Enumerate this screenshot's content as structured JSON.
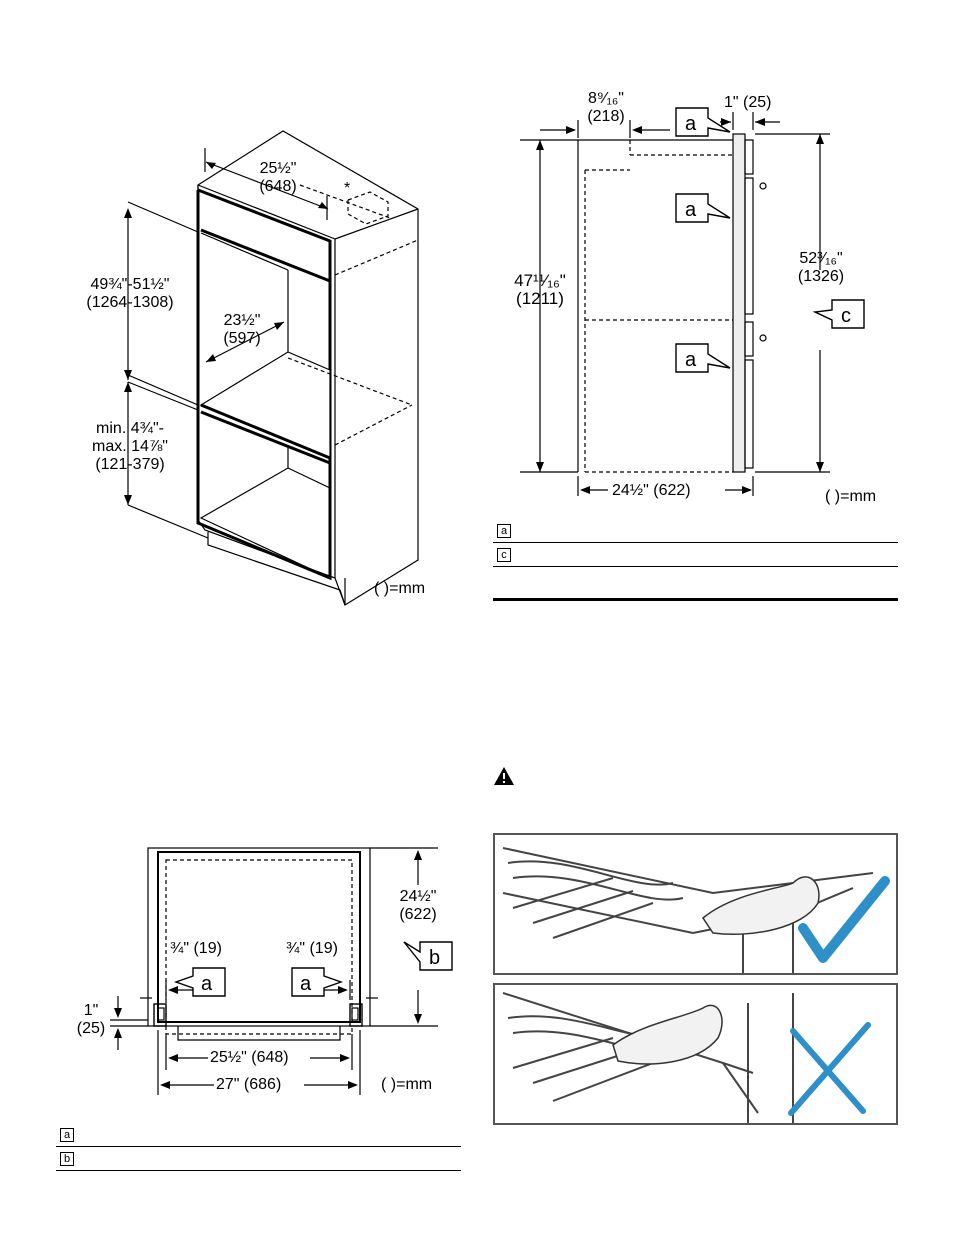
{
  "figure_cabinet": {
    "dims": {
      "depth": [
        "25½\"",
        "(648)"
      ],
      "height": [
        "49¾\"-51½\"",
        "(1264-1308)"
      ],
      "width": [
        "23½\"",
        "(597)"
      ],
      "floor": [
        "min. 4¾\"-",
        "max. 14⅞\"",
        "(121-379)"
      ]
    },
    "asterisk": "*",
    "unit_note": "( )=mm"
  },
  "figure_side": {
    "dims": {
      "depth_top": [
        "8⁹⁄₁₆\"",
        "(218)"
      ],
      "door": [
        "1\" (25)"
      ],
      "height_left": [
        "47¹¹⁄₁₆\"",
        "(1211)"
      ],
      "height_right": [
        "52³⁄₁₆\"",
        "(1326)"
      ],
      "bottom": [
        "24½\" (622)"
      ]
    },
    "callouts": [
      "a",
      "a",
      "a",
      "c"
    ],
    "unit_note": "( )=mm",
    "legend": [
      "a",
      "c"
    ]
  },
  "figure_top": {
    "dims": {
      "depth": [
        "24½\"",
        "(622)"
      ],
      "gap_left": [
        "¾\" (19)"
      ],
      "gap_right": [
        "¾\" (19)"
      ],
      "side": [
        "1\"",
        "(25)"
      ],
      "inner": [
        "25½\" (648)"
      ],
      "outer": [
        "27\" (686)"
      ]
    },
    "callouts": [
      "a",
      "a",
      "b"
    ],
    "unit_note": "( )=mm",
    "legend": [
      "a",
      "b"
    ]
  },
  "warning_icon": "warning-triangle-icon",
  "photos": [
    {
      "verdict": "checkmark-icon",
      "color": "#2e8fc9"
    },
    {
      "verdict": "cross-icon",
      "color": "#2e8fc9"
    }
  ]
}
